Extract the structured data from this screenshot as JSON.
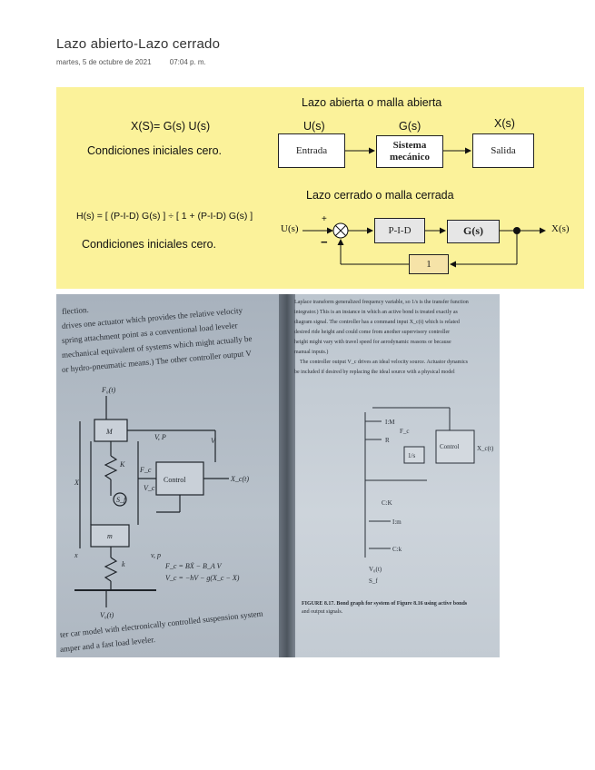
{
  "page": {
    "title": "Lazo abierto-Lazo cerrado",
    "date": "martes, 5 de octubre de 2021",
    "time": "07:04 p. m."
  },
  "slide": {
    "open_heading": "Lazo abierta o malla abierta",
    "open_formula": "X(S)= G(s) U(s)",
    "open_condition": "Condiciones iniciales cero.",
    "open_input_label": "U(s)",
    "open_plant_label": "G(s)",
    "open_output_label": "X(s)",
    "block_entrada": "Entrada",
    "block_sistema": "Sistema mecánico",
    "block_salida": "Salida",
    "closed_heading": "Lazo cerrado o malla cerrada",
    "closed_formula": "H(s) = [ (P-I-D) G(s) ] ÷ [ 1 + (P-I-D) G(s) ]",
    "closed_condition": "Condiciones iniciales cero.",
    "closed_input": "U(s)",
    "closed_output": "X(s)",
    "plus": "+",
    "minus": "−",
    "block_pid": "P-I-D",
    "block_gs": "G(s)",
    "block_feedback": "1"
  },
  "photo": {
    "left_lines": [
      "flection.",
      "drives one actuator which provides the relative velocity",
      "spring attachment point as a conventional load leveler",
      "mechanical equivalent of systems which might actually be",
      "or hydro-pneumatic means.) The other controller output V"
    ],
    "left_bottom_lines": [
      "ter car model with electronically controlled suspension system",
      "amper and a fast load leveler."
    ],
    "right_lines": [
      "Laplace transform generalized frequency variable, so 1/s is the transfer function",
      "integrator.) This is an instance in which an active bond is treated exactly as",
      "diagram signal. The controller has a command input X_c(t) which is related",
      "desired ride height and could come from another supervisory controller",
      "height might vary with travel speed for aerodynamic reasons or because",
      "manual inputs.)",
      "The controller output V_c drives an ideal velocity source. Actuator dynamics",
      "be included if desired by replacing the ideal source with a physical model"
    ],
    "caption": "FIGURE 8.17. Bond graph for system of Figure 8.16 using active bonds",
    "caption2": "and output signals.",
    "labels": {
      "f0": "F₀(t)",
      "m_upper": "M",
      "k_upper": "K",
      "fc": "F_c",
      "vc": "V_c",
      "sf": "S_f",
      "control": "Control",
      "xc": "X_c(t)",
      "x": "X",
      "v": "V",
      "vp": "V, P",
      "m_lower": "m",
      "k_lower": "k",
      "xlow": "x",
      "vp_low": "v, p",
      "eq1": "F_c = BẊ − B_A V",
      "eq2": "V_c = −hV − g(X_c − X)",
      "v0": "V₀(t)",
      "bg_control": "Control",
      "bg_xc": "X_c(t)",
      "bg_1s": "1/s",
      "bg_im": "I:M",
      "bg_ck": "C:K",
      "bg_lm": "I:m",
      "bg_ca": "C:k",
      "bg_v0": "V₀(t)",
      "bg_sf": "S_f",
      "bg_r": "R",
      "bg_fc": "F_c"
    }
  }
}
